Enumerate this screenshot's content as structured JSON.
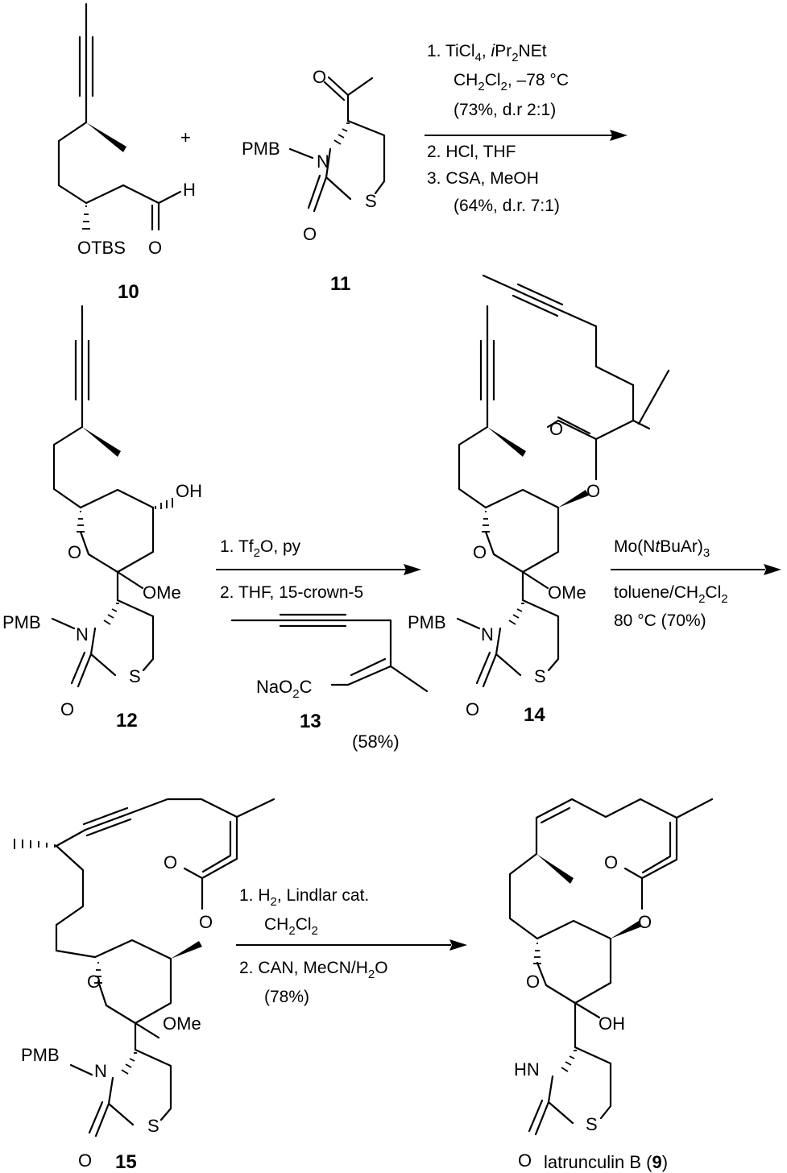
{
  "compounds": {
    "c10": {
      "label": "10",
      "otbs": "OTBS",
      "o": "O",
      "h": "H"
    },
    "plus": "+",
    "c11": {
      "label": "11",
      "pmb": "PMB",
      "n": "N",
      "s": "S",
      "o_top": "O",
      "o_bot": "O"
    },
    "c12": {
      "label": "12",
      "oh": "OH",
      "ome": "OMe",
      "o_ring": "O",
      "pmb": "PMB",
      "n": "N",
      "s": "S",
      "o": "O"
    },
    "c13": {
      "label": "13",
      "reagent_prefix": "NaO",
      "reagent_sub": "2",
      "reagent_suffix": "C",
      "yield": "(58%)"
    },
    "c14": {
      "label": "14",
      "o_carbonyl": "O",
      "o_ester": "O",
      "ome": "OMe",
      "o_ring": "O",
      "pmb": "PMB",
      "n": "N",
      "s": "S",
      "o": "O"
    },
    "c15": {
      "label": "15",
      "o_carbonyl": "O",
      "o_ester": "O",
      "ome": "OMe",
      "o_ring": "O",
      "pmb": "PMB",
      "n": "N",
      "s": "S",
      "o": "O"
    },
    "c9": {
      "name": "latrunculin B (",
      "label": "9",
      "close": ")",
      "o_carbonyl": "O",
      "o_ester": "O",
      "oh": "OH",
      "o_ring": "O",
      "hn": "HN",
      "s": "S",
      "o": "O"
    }
  },
  "arrows": {
    "a1": {
      "line1_a": "1. TiCl",
      "line1_sub": "4",
      "line1_b": ", ",
      "line1_i": "i",
      "line1_c": "Pr",
      "line1_sub2": "2",
      "line1_d": "NEt",
      "line2_a": "CH",
      "line2_sub": "2",
      "line2_b": "Cl",
      "line2_sub2": "2",
      "line2_c": ", –78 °C",
      "line3": "(73%, d.r 2:1)",
      "line4": "2. HCl, THF",
      "line5": "3. CSA, MeOH",
      "line6": "(64%, d.r. 7:1)"
    },
    "a2": {
      "line1_a": "1. Tf",
      "line1_sub": "2",
      "line1_b": "O, py",
      "line2": "2. THF, 15-crown-5"
    },
    "a3": {
      "line1_a": "Mo(N",
      "line1_i": "t",
      "line1_b": "BuAr)",
      "line1_sub": "3",
      "line2_a": "toluene/CH",
      "line2_sub": "2",
      "line2_b": "Cl",
      "line2_sub2": "2",
      "line3": "80 °C (70%)"
    },
    "a4": {
      "line1_a": "1. H",
      "line1_sub": "2",
      "line1_b": ", Lindlar cat.",
      "line2_a": "CH",
      "line2_sub": "2",
      "line2_b": "Cl",
      "line2_sub2": "2",
      "line3_a": "2. CAN, MeCN/H",
      "line3_sub": "2",
      "line3_b": "O",
      "line4": "(78%)"
    }
  }
}
